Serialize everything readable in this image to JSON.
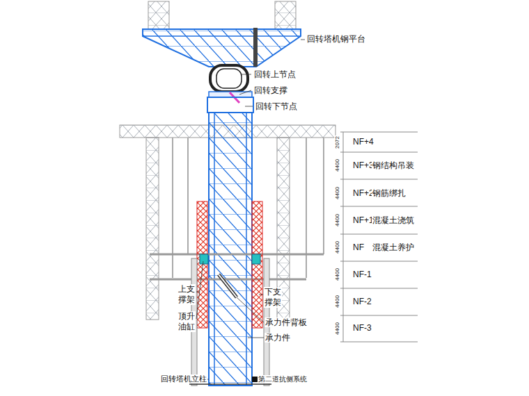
{
  "diagram": {
    "labels": [
      "回转塔机钢平台",
      "回转上节点",
      "回转支撑",
      "回转下节点",
      "2072",
      "NF+4",
      "4400",
      "NF+3",
      "钢结构吊装",
      "4400",
      "NF+2",
      "钢筋绑扎",
      "4400",
      "NF+1",
      "混凝土浇筑",
      "4400",
      "NF",
      "混凝土养护",
      "4400",
      "NF-1",
      "4400",
      "NF-2",
      "4400",
      "NF-3",
      "上支撑架",
      "顶升油缸",
      "下支撑架",
      "承力件背板",
      "承力件",
      "回转塔机立柱",
      "第二道抗侧系统"
    ]
  }
}
